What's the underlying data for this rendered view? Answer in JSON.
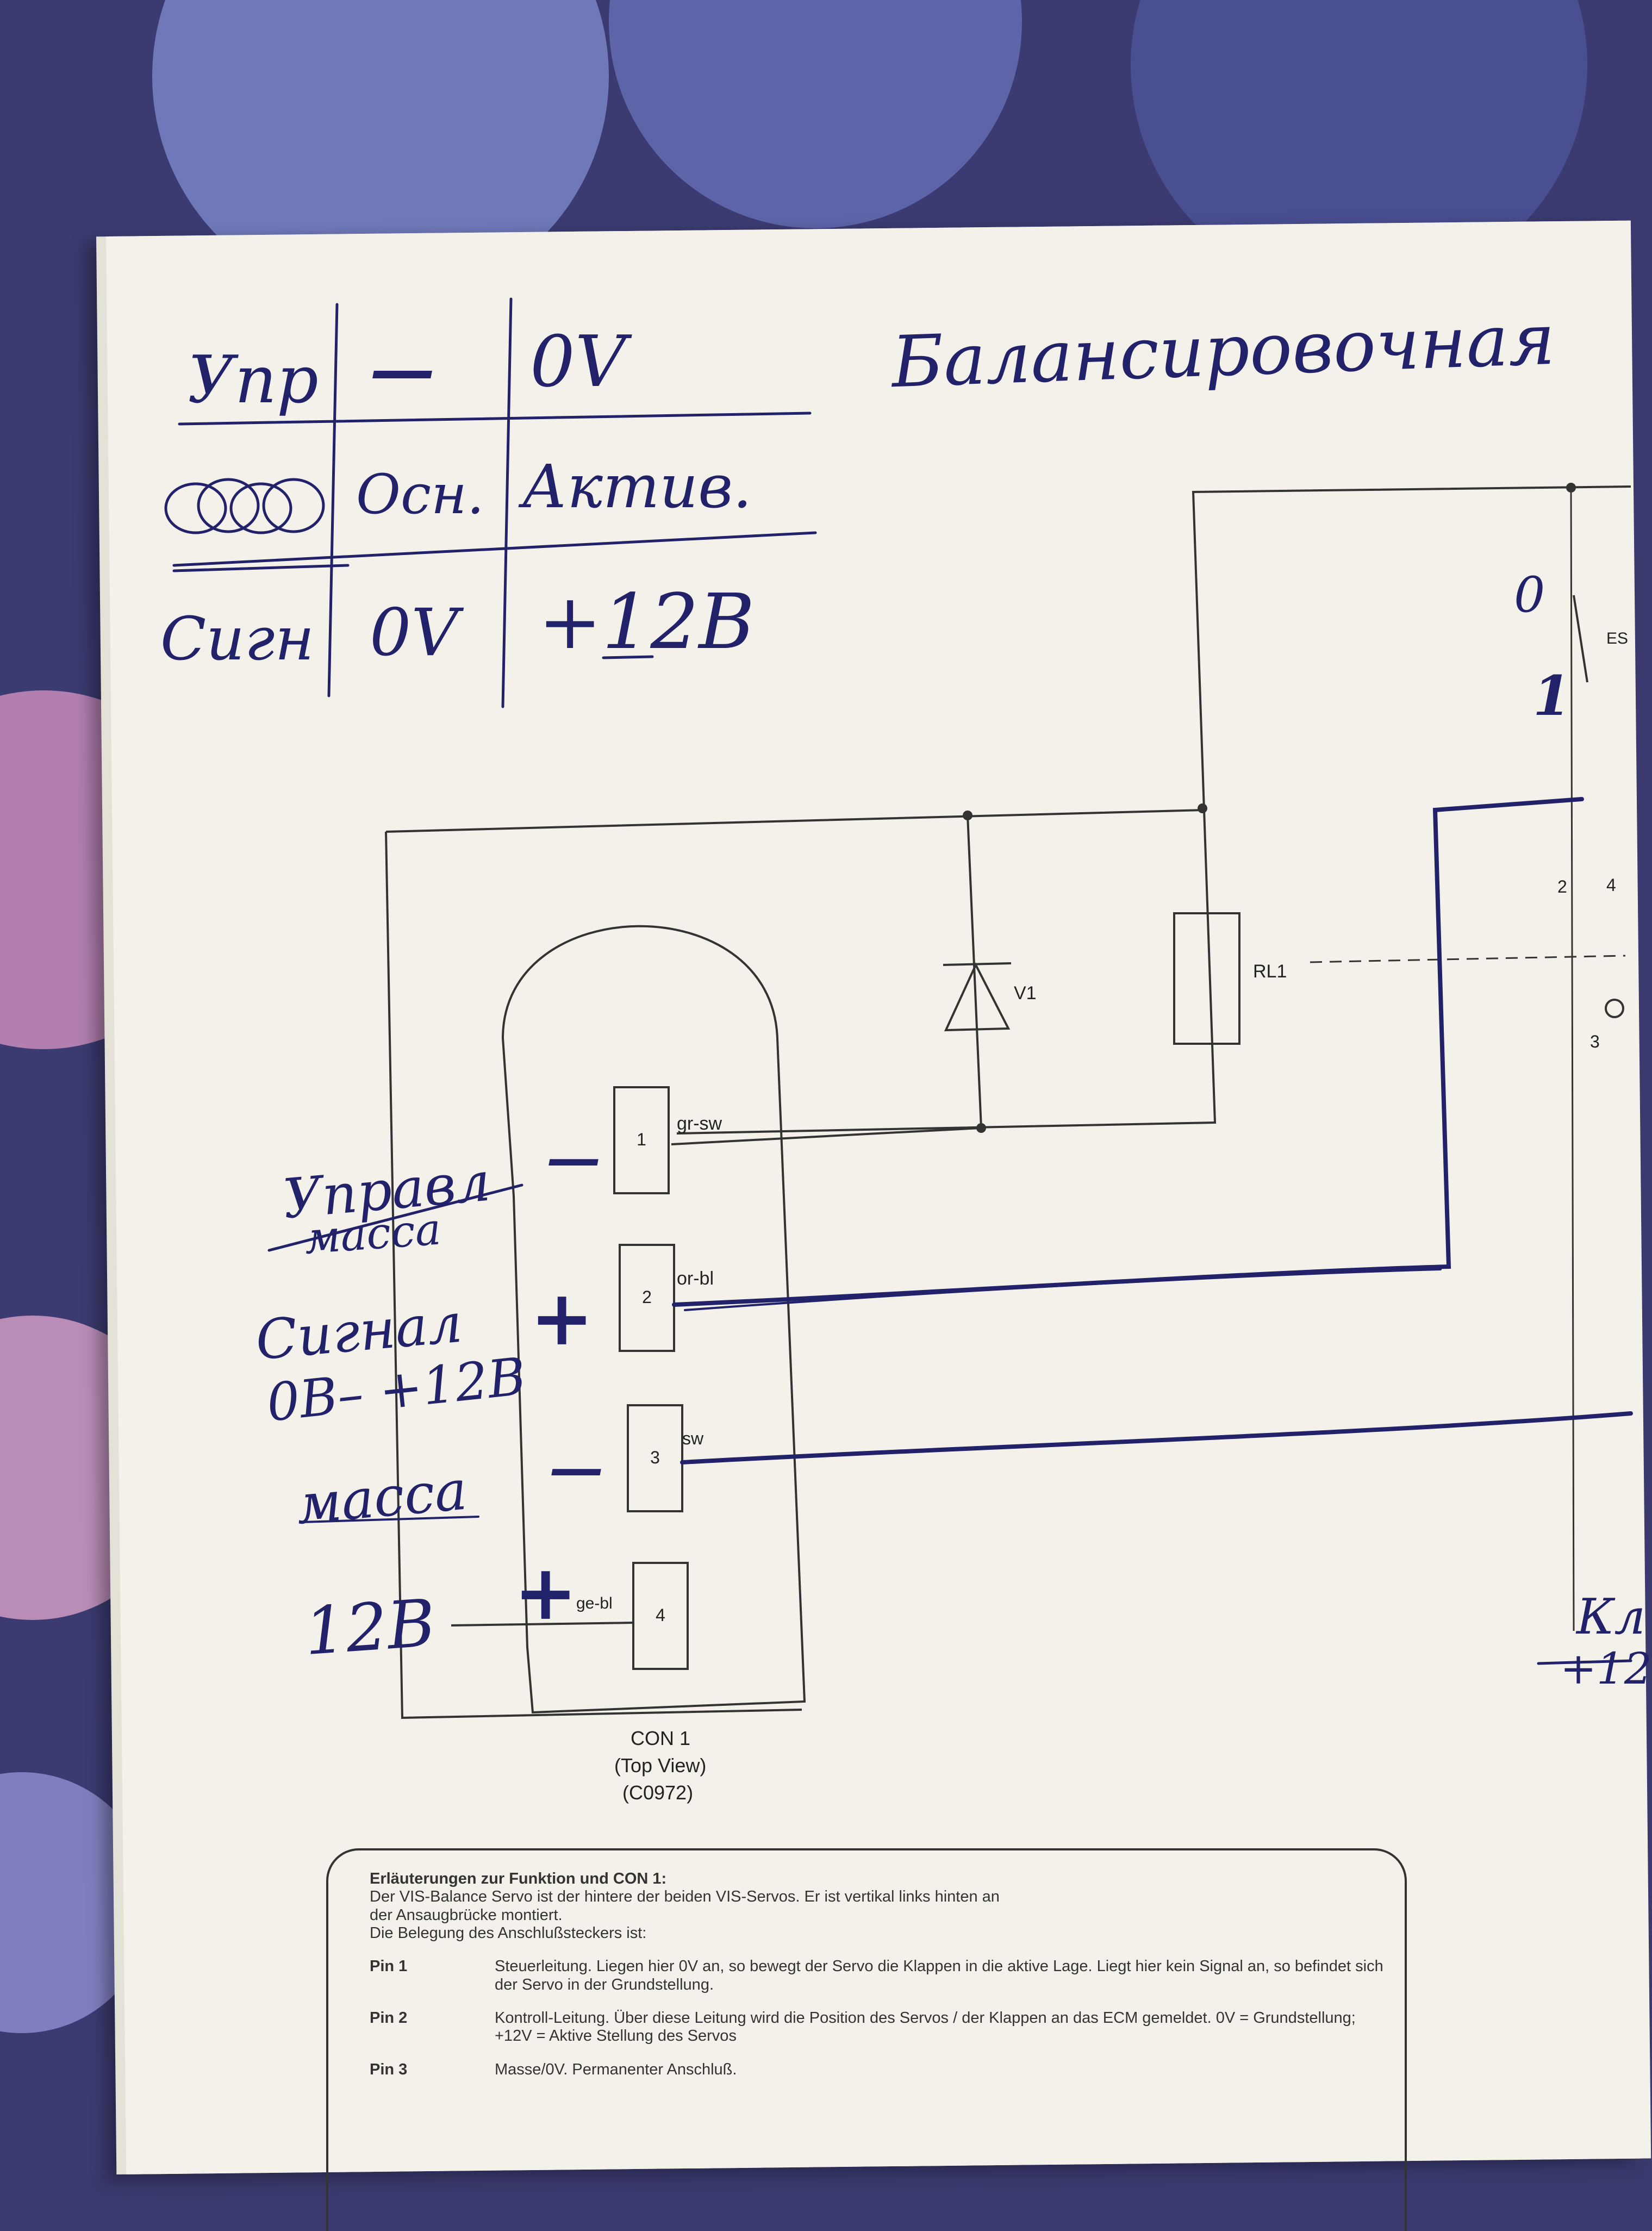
{
  "handwriting": {
    "title": "Балансировочная",
    "table": {
      "row1": [
        "Упр",
        "—",
        "0V"
      ],
      "row2": [
        "",
        "Осн.",
        "Актив."
      ],
      "row3": [
        "Сигн",
        "0V",
        "+12B"
      ]
    },
    "side_labels": {
      "control_1": "Управл",
      "control_2": "масса",
      "signal_1": "Сигнал",
      "signal_2": "0B– +12B",
      "ground": "масса",
      "supply": "12B"
    },
    "signs": {
      "pin1": "—",
      "pin2": "+",
      "pin3": "—",
      "pin4": "+"
    },
    "switch_0": "0",
    "switch_1": "1",
    "right_edge_1": "Кл",
    "right_edge_2": "+12"
  },
  "schematic": {
    "diode": "V1",
    "relay": "RL1",
    "switch_label": "ES",
    "relay_pins": [
      "2",
      "4",
      "3"
    ],
    "connector": {
      "name": "CON 1",
      "view": "(Top View)",
      "code": "(C0972)",
      "pins": [
        {
          "num": "1",
          "wire": "gr-sw"
        },
        {
          "num": "2",
          "wire": "or-bl"
        },
        {
          "num": "3",
          "wire": "sw"
        },
        {
          "num": "4",
          "wire": "ge-bl"
        }
      ]
    }
  },
  "notes": {
    "heading": "Erläuterungen zur Funktion und CON 1:",
    "intro_1": "Der VIS-Balance Servo ist der hintere der beiden VIS-Servos. Er ist vertikal links hinten an",
    "intro_2": "der Ansaugbrücke montiert.",
    "intro_3": "Die Belegung des Anschlußsteckers ist:",
    "pins": [
      {
        "label": "Pin 1",
        "text": "Steuerleitung. Liegen hier 0V an, so bewegt der Servo die Klappen in die aktive Lage. Liegt hier kein Signal an, so befindet sich der Servo in der Grundstellung."
      },
      {
        "label": "Pin 2",
        "text": "Kontroll-Leitung. Über diese Leitung wird die Position des Servos / der Klappen an das ECM gemeldet. 0V = Grundstellung; +12V = Aktive Stellung des Servos"
      },
      {
        "label": "Pin 3",
        "text": "Masse/0V. Permanenter Anschluß."
      }
    ]
  },
  "colors": {
    "ink": "#22226a",
    "print": "#333333",
    "paper": "#f3f1ea",
    "fabric": "#3a3a6e"
  }
}
